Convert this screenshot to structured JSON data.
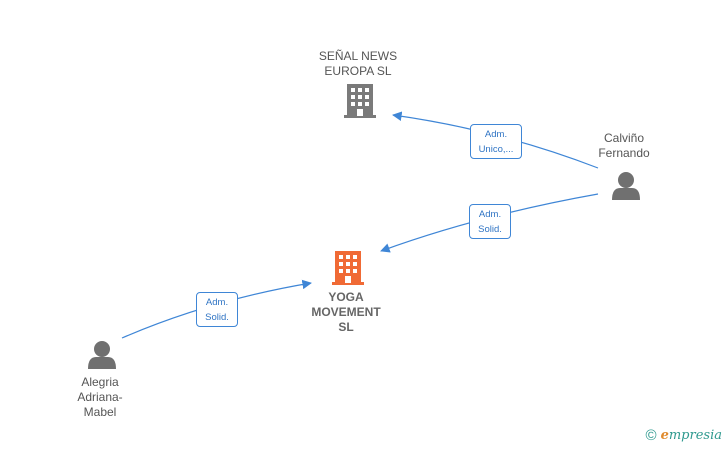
{
  "nodes": {
    "senal_news": {
      "lines": [
        "SEÑAL NEWS",
        "EUROPA  SL"
      ]
    },
    "yoga": {
      "lines": [
        "YOGA",
        "MOVEMENT",
        "SL"
      ]
    },
    "calvino": {
      "lines": [
        "Calviño",
        "Fernando"
      ]
    },
    "alegria": {
      "lines": [
        "Alegria",
        "Adriana-",
        "Mabel"
      ]
    }
  },
  "edges": {
    "calvino_senal": {
      "lines": [
        "Adm.",
        "Unico,..."
      ]
    },
    "calvino_yoga": {
      "lines": [
        "Adm.",
        "Solid."
      ]
    },
    "alegria_yoga": {
      "lines": [
        "Adm.",
        "Solid."
      ]
    }
  },
  "colors": {
    "edge": "#3f86d6",
    "company": "#7a7a7a",
    "company_main": "#f06a35",
    "person": "#707070"
  },
  "watermark": {
    "symbol": "©",
    "brand_initial": "e",
    "brand_rest": "mpresia"
  }
}
